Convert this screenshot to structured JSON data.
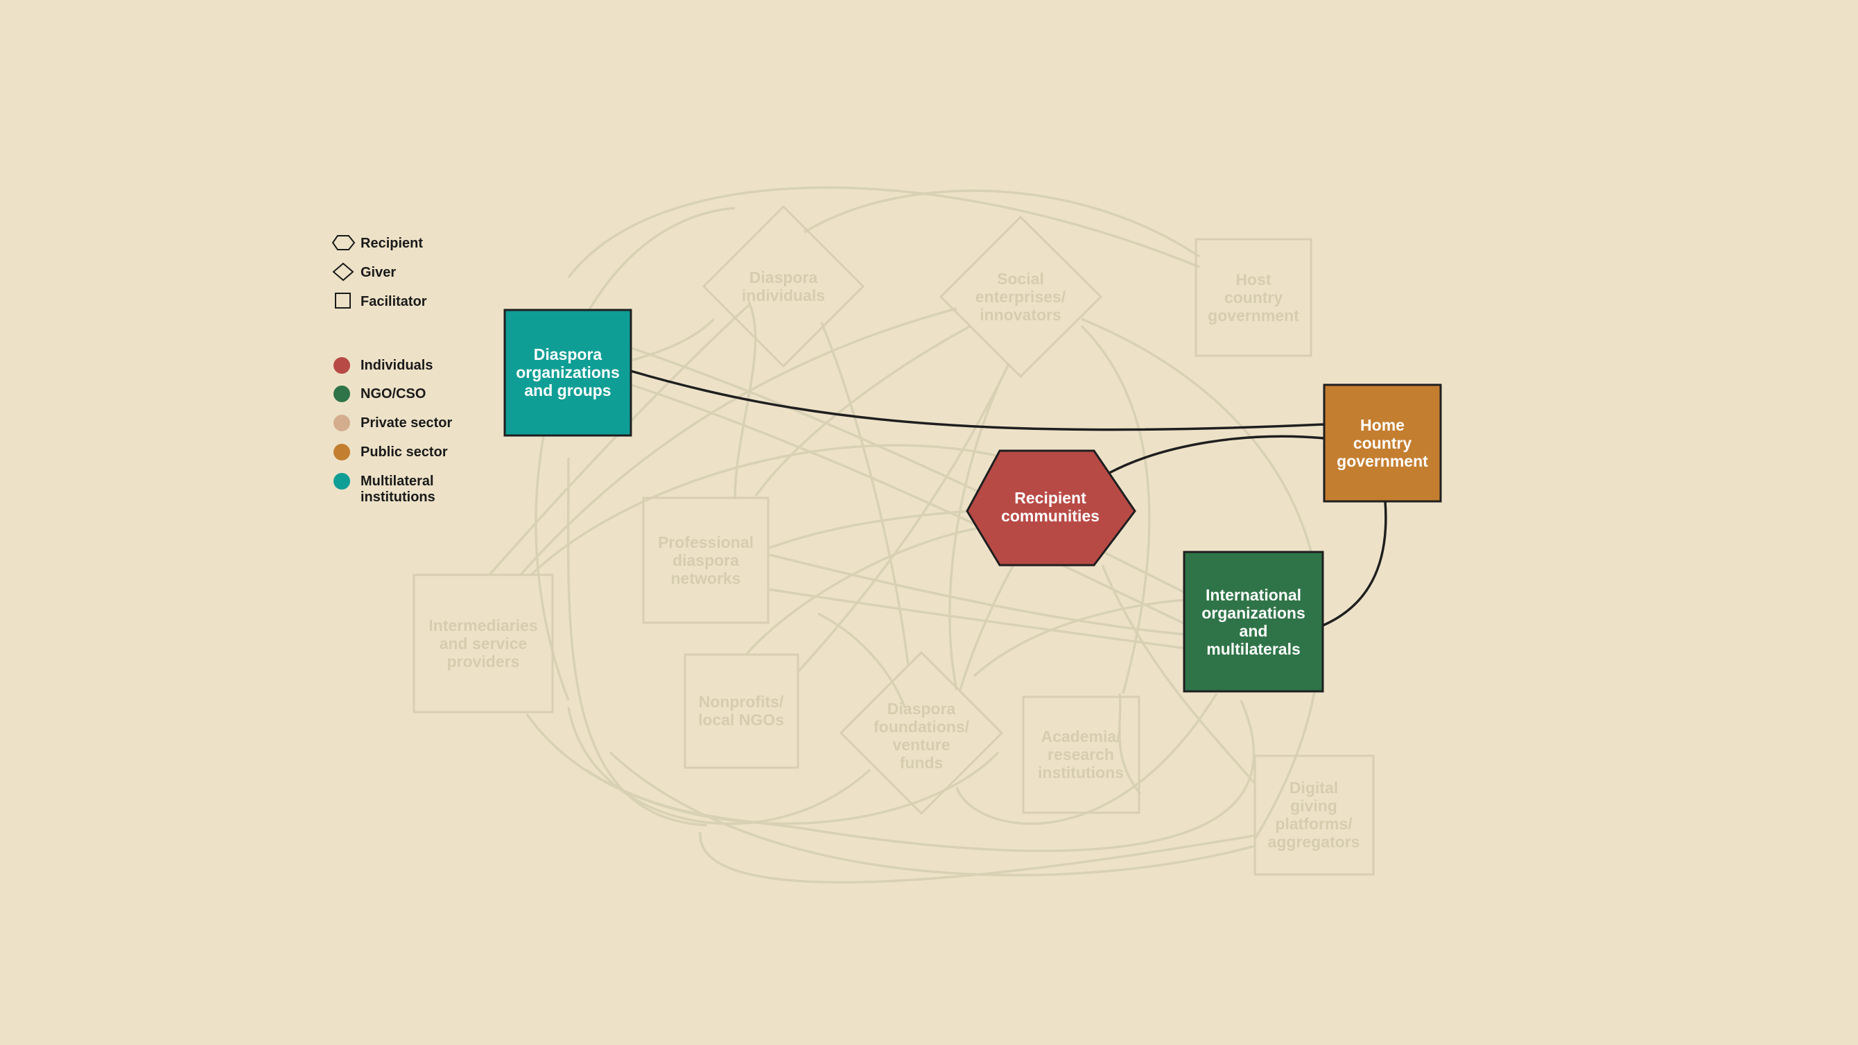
{
  "legend": {
    "shapes": [
      {
        "shape": "hexagon",
        "label": "Recipient"
      },
      {
        "shape": "diamond",
        "label": "Giver"
      },
      {
        "shape": "square",
        "label": "Facilitator"
      }
    ],
    "sectors": [
      {
        "color": "#b84a46",
        "label": "Individuals"
      },
      {
        "color": "#2f7448",
        "label": "NGO/CSO"
      },
      {
        "color": "#d4ad8f",
        "label": "Private sector"
      },
      {
        "color": "#c47e30",
        "label": "Public sector"
      },
      {
        "color": "#0f9e95",
        "label": "Multilateral",
        "label2": "institutions"
      }
    ]
  },
  "colors": {
    "individuals": "#b84a46",
    "ngo_cso": "#2f7448",
    "private_sector": "#d4ad8f",
    "public_sector": "#c47e30",
    "multilateral": "#0f9e95",
    "faded": "#d8cfb3",
    "background": "#ede2c8"
  },
  "nodes": {
    "diaspora_orgs": {
      "lines": [
        "Diaspora",
        "organizations",
        "and groups"
      ],
      "role": "facilitator",
      "sector": "multilateral",
      "highlighted": true
    },
    "diaspora_individuals": {
      "lines": [
        "Diaspora",
        "individuals"
      ],
      "role": "giver",
      "highlighted": false
    },
    "social_enterprises": {
      "lines": [
        "Social",
        "enterprises/",
        "innovators"
      ],
      "role": "giver",
      "highlighted": false
    },
    "host_government": {
      "lines": [
        "Host",
        "country",
        "government"
      ],
      "role": "facilitator",
      "highlighted": false
    },
    "home_government": {
      "lines": [
        "Home",
        "country",
        "government"
      ],
      "role": "facilitator",
      "sector": "public_sector",
      "highlighted": true
    },
    "recipient_communities": {
      "lines": [
        "Recipient",
        "communities"
      ],
      "role": "recipient",
      "sector": "individuals",
      "highlighted": true
    },
    "professional_networks": {
      "lines": [
        "Professional",
        "diaspora",
        "networks"
      ],
      "role": "facilitator",
      "highlighted": false
    },
    "intermediaries": {
      "lines": [
        "Intermediaries",
        "and service",
        "providers"
      ],
      "role": "facilitator",
      "highlighted": false
    },
    "nonprofits": {
      "lines": [
        "Nonprofits/",
        "local NGOs"
      ],
      "role": "facilitator",
      "highlighted": false
    },
    "diaspora_foundations": {
      "lines": [
        "Diaspora",
        "foundations/",
        "venture",
        "funds"
      ],
      "role": "giver",
      "highlighted": false
    },
    "academia": {
      "lines": [
        "Academia/",
        "research",
        "institutions"
      ],
      "role": "facilitator",
      "highlighted": false
    },
    "international_orgs": {
      "lines": [
        "International",
        "organizations",
        "and",
        "multilaterals"
      ],
      "role": "facilitator",
      "sector": "ngo_cso",
      "highlighted": true
    },
    "digital_platforms": {
      "lines": [
        "Digital",
        "giving",
        "platforms/",
        "aggregators"
      ],
      "role": "facilitator",
      "highlighted": false
    }
  }
}
